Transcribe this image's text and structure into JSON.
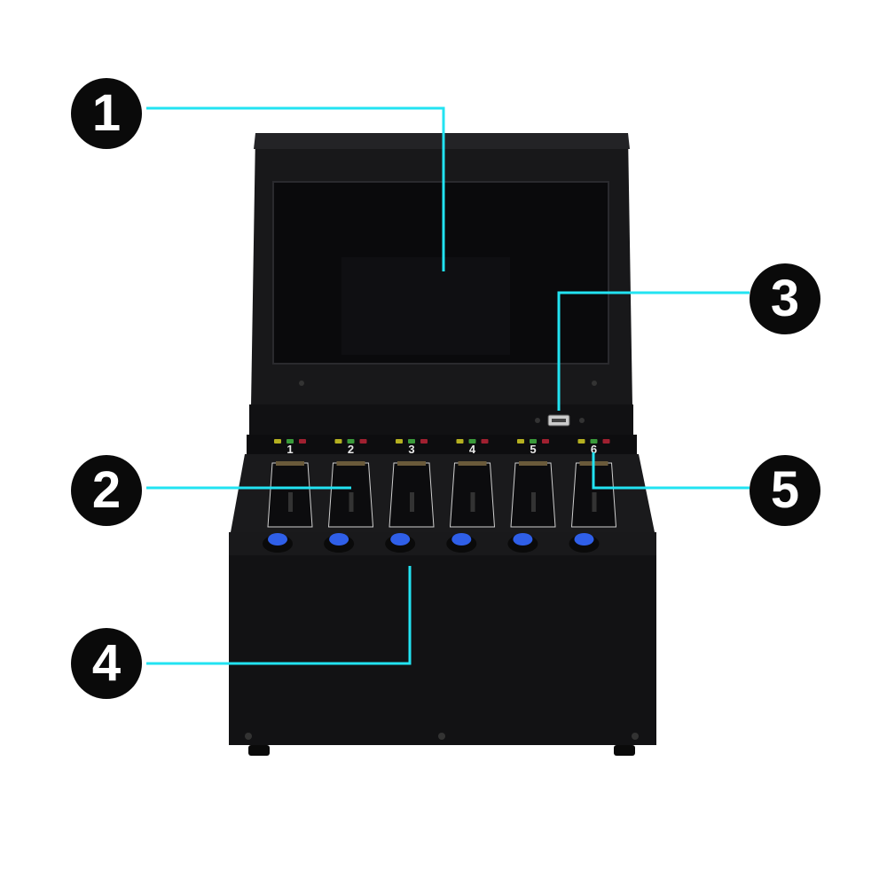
{
  "callouts": [
    {
      "label": "1",
      "target": "screen"
    },
    {
      "label": "2",
      "target": "drive-slot"
    },
    {
      "label": "3",
      "target": "usb-port"
    },
    {
      "label": "4",
      "target": "slot-button"
    },
    {
      "label": "5",
      "target": "status-leds"
    }
  ],
  "slots": [
    "1",
    "2",
    "3",
    "4",
    "5",
    "6"
  ],
  "colors": {
    "callout_line": "#22e3f2",
    "button": "#2f5fe8",
    "body": "#141416",
    "led_yellow": "#b5b020",
    "led_green": "#3a9a3a",
    "led_red": "#a02030"
  }
}
